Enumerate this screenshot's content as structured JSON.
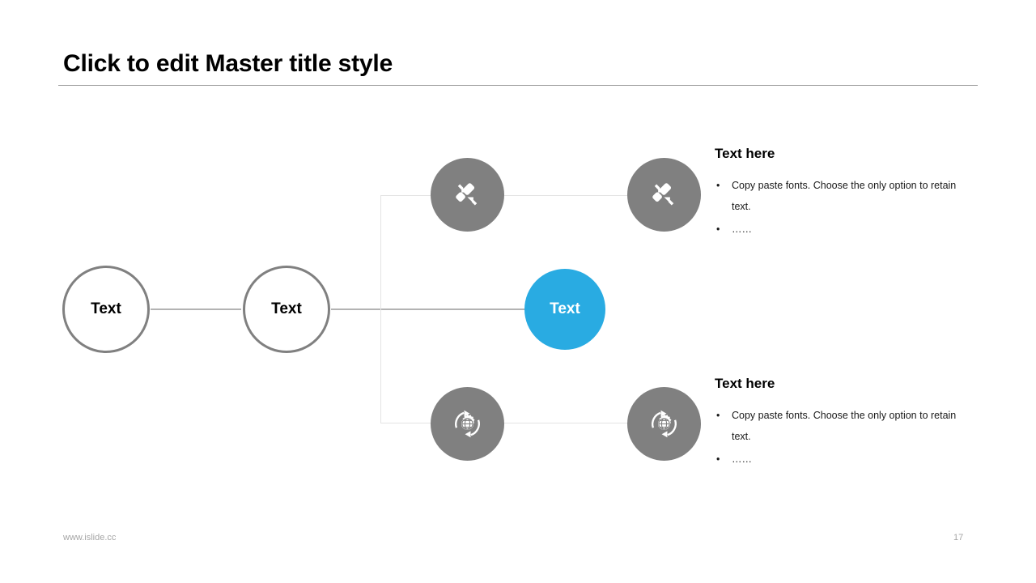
{
  "slide": {
    "title": "Click to edit Master title style",
    "accent_color": "#29abe2",
    "node_color": "#808080",
    "line_color": "#b3b3b3"
  },
  "diagram": {
    "nodes": [
      {
        "id": "node-1",
        "label": "Text",
        "style": "outline"
      },
      {
        "id": "node-2",
        "label": "Text",
        "style": "outline"
      },
      {
        "id": "node-3",
        "label": "Text",
        "style": "filled-accent"
      }
    ],
    "icons": [
      {
        "id": "icon-a",
        "name": "exchange-transfer-icon",
        "position": "top-left"
      },
      {
        "id": "icon-b",
        "name": "exchange-transfer-icon",
        "position": "top-right"
      },
      {
        "id": "icon-c",
        "name": "global-refresh-gear-icon",
        "position": "bottom-left"
      },
      {
        "id": "icon-d",
        "name": "global-refresh-gear-icon",
        "position": "bottom-right"
      }
    ]
  },
  "content": {
    "top": {
      "heading": "Text here",
      "bullets": [
        "Copy paste fonts. Choose the only option to retain text.",
        "……"
      ],
      "bullet_marker": "•"
    },
    "bottom": {
      "heading": "Text here",
      "bullets": [
        "Copy paste fonts. Choose the only option to retain text.",
        "……"
      ],
      "bullet_marker": "•"
    }
  },
  "footer": {
    "url": "www.islide.cc",
    "page_number": "17"
  }
}
